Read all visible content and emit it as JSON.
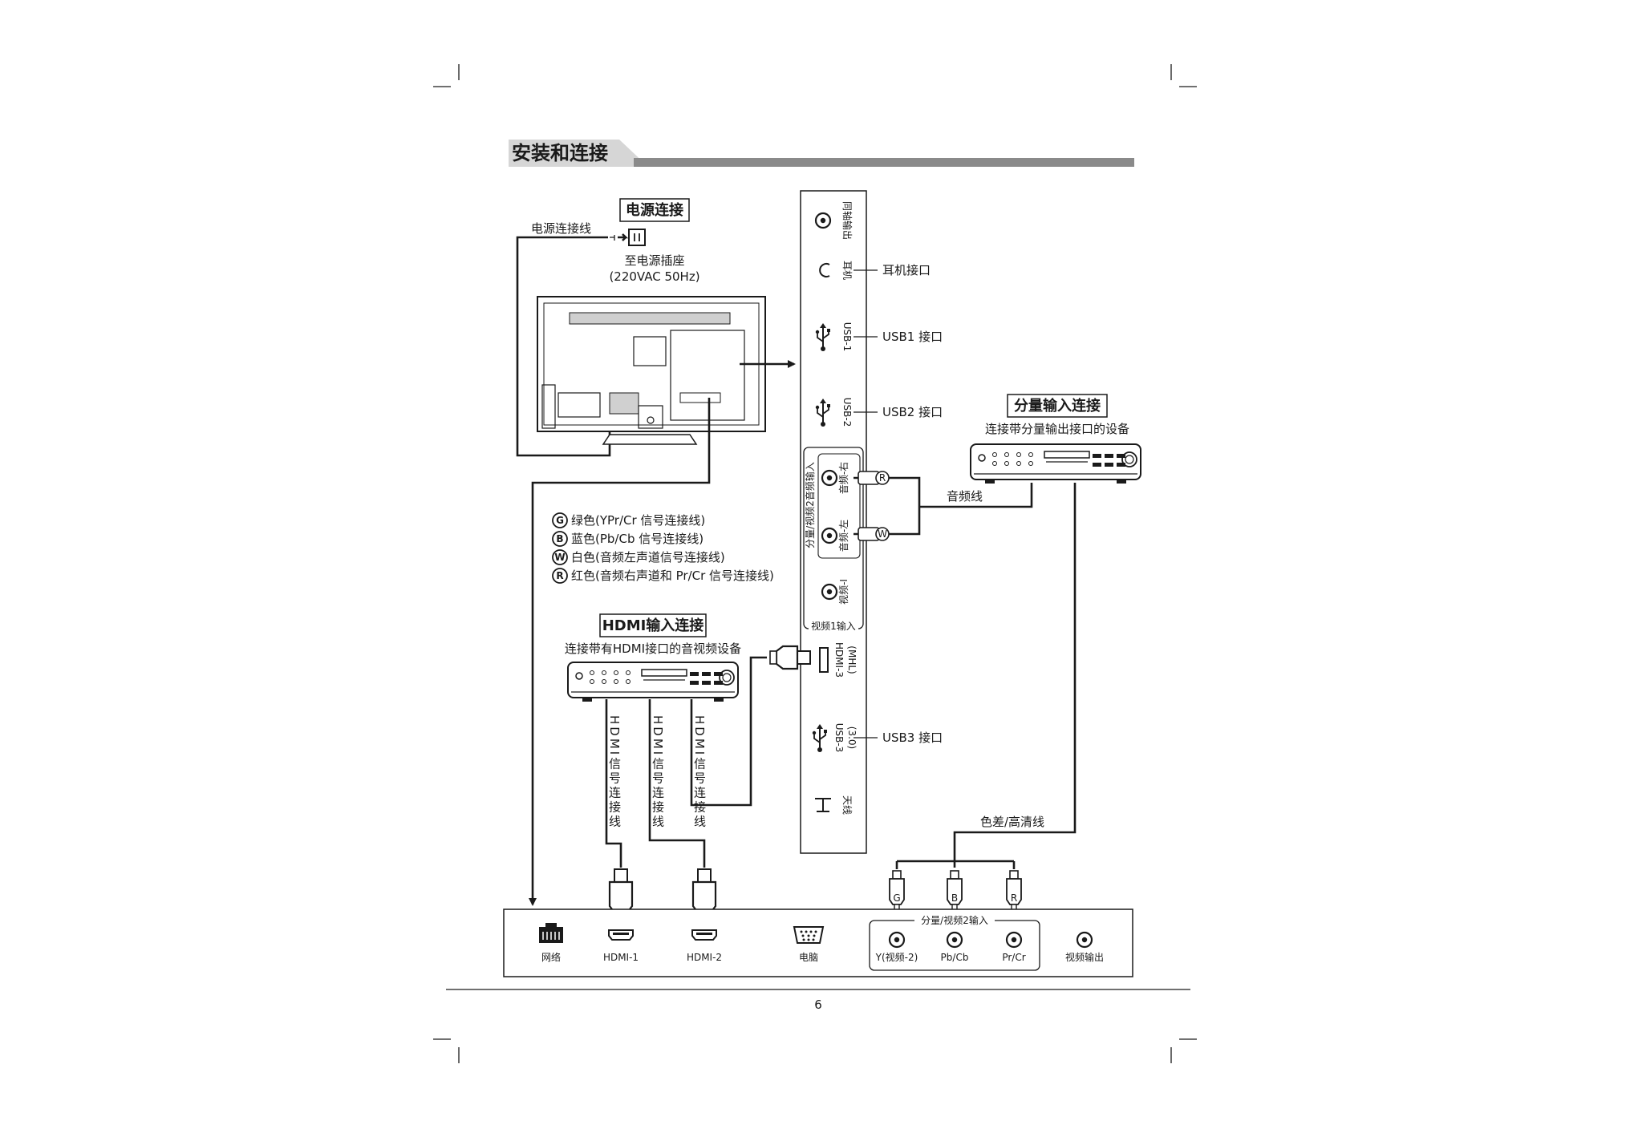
{
  "header": {
    "title": "安装和连接"
  },
  "power": {
    "title": "电源连接",
    "cord_label": "电源连接线",
    "outlet_label": "至电源插座",
    "voltage": "(220VAC  50Hz)"
  },
  "side_panel": {
    "coax_out": "同轴输出",
    "headphone": "耳机",
    "headphone_desc": "耳机接口",
    "usb1": "USB-1",
    "usb1_desc": "USB1 接口",
    "usb2": "USB-2",
    "usb2_desc": "USB2 接口",
    "group_label": "分量/视频2音频输入",
    "audio_right": "音频-右",
    "audio_left": "音频-左",
    "video1": "视频-I",
    "video1_group": "视频1输入",
    "hdmi3": "HDMI-3",
    "hdmi3_mhl": "(MHL)",
    "usb3": "USB-3",
    "usb3_sub": "(3.0)",
    "usb3_desc": "USB3 接口",
    "antenna": "天线"
  },
  "component": {
    "title": "分量输入连接",
    "device_desc": "连接带分量输出接口的设备",
    "audio_cable": "音频线",
    "video_cable": "色差/高清线"
  },
  "legend": [
    {
      "letter": "G",
      "text": "绿色(YPr/Cr 信号连接线)"
    },
    {
      "letter": "B",
      "text": "蓝色(Pb/Cb 信号连接线)"
    },
    {
      "letter": "W",
      "text": "白色(音频左声道信号连接线)"
    },
    {
      "letter": "R",
      "text": "红色(音频右声道和 Pr/Cr 信号连接线)"
    }
  ],
  "hdmi": {
    "title": "HDMI输入连接",
    "device_desc": "连接带有HDMI接口的音视频设备",
    "cable_label": "HDMI信号连接线"
  },
  "bottom_panel": {
    "network": "网络",
    "hdmi1": "HDMI-1",
    "hdmi2": "HDMI-2",
    "pc": "电脑",
    "group_label": "分量/视频2输入",
    "y": "Y(视频-2)",
    "pb": "Pb/Cb",
    "pr": "Pr/Cr",
    "video_out": "视频输出"
  },
  "page_number": "6"
}
